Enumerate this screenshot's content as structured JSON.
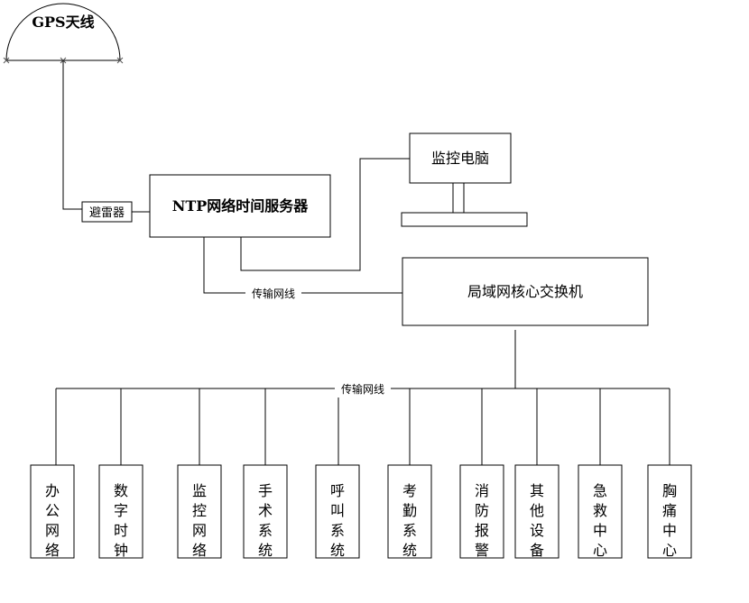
{
  "gps_antenna": {
    "label": "GPS天线"
  },
  "lightning_arrester": {
    "label": "避雷器"
  },
  "ntp_server": {
    "label": "NTP网络时间服务器"
  },
  "monitor_pc": {
    "label": "监控电脑"
  },
  "core_switch": {
    "label": "局域网核心交换机"
  },
  "links": {
    "upper_cable": "传输网线",
    "lower_cable": "传输网线"
  },
  "endpoints": [
    {
      "id": "office-network",
      "label": "办公网络"
    },
    {
      "id": "digital-clock",
      "label": "数字时钟"
    },
    {
      "id": "monitor-network",
      "label": "监控网络"
    },
    {
      "id": "surgery-system",
      "label": "手术系统"
    },
    {
      "id": "call-system",
      "label": "呼叫系统"
    },
    {
      "id": "attendance-system",
      "label": "考勤系统"
    },
    {
      "id": "fire-alarm",
      "label": "消防报警"
    },
    {
      "id": "other-devices",
      "label": "其他设备"
    },
    {
      "id": "emergency-center",
      "label": "急救中心"
    },
    {
      "id": "chest-pain-center",
      "label": "胸痛中心"
    }
  ]
}
